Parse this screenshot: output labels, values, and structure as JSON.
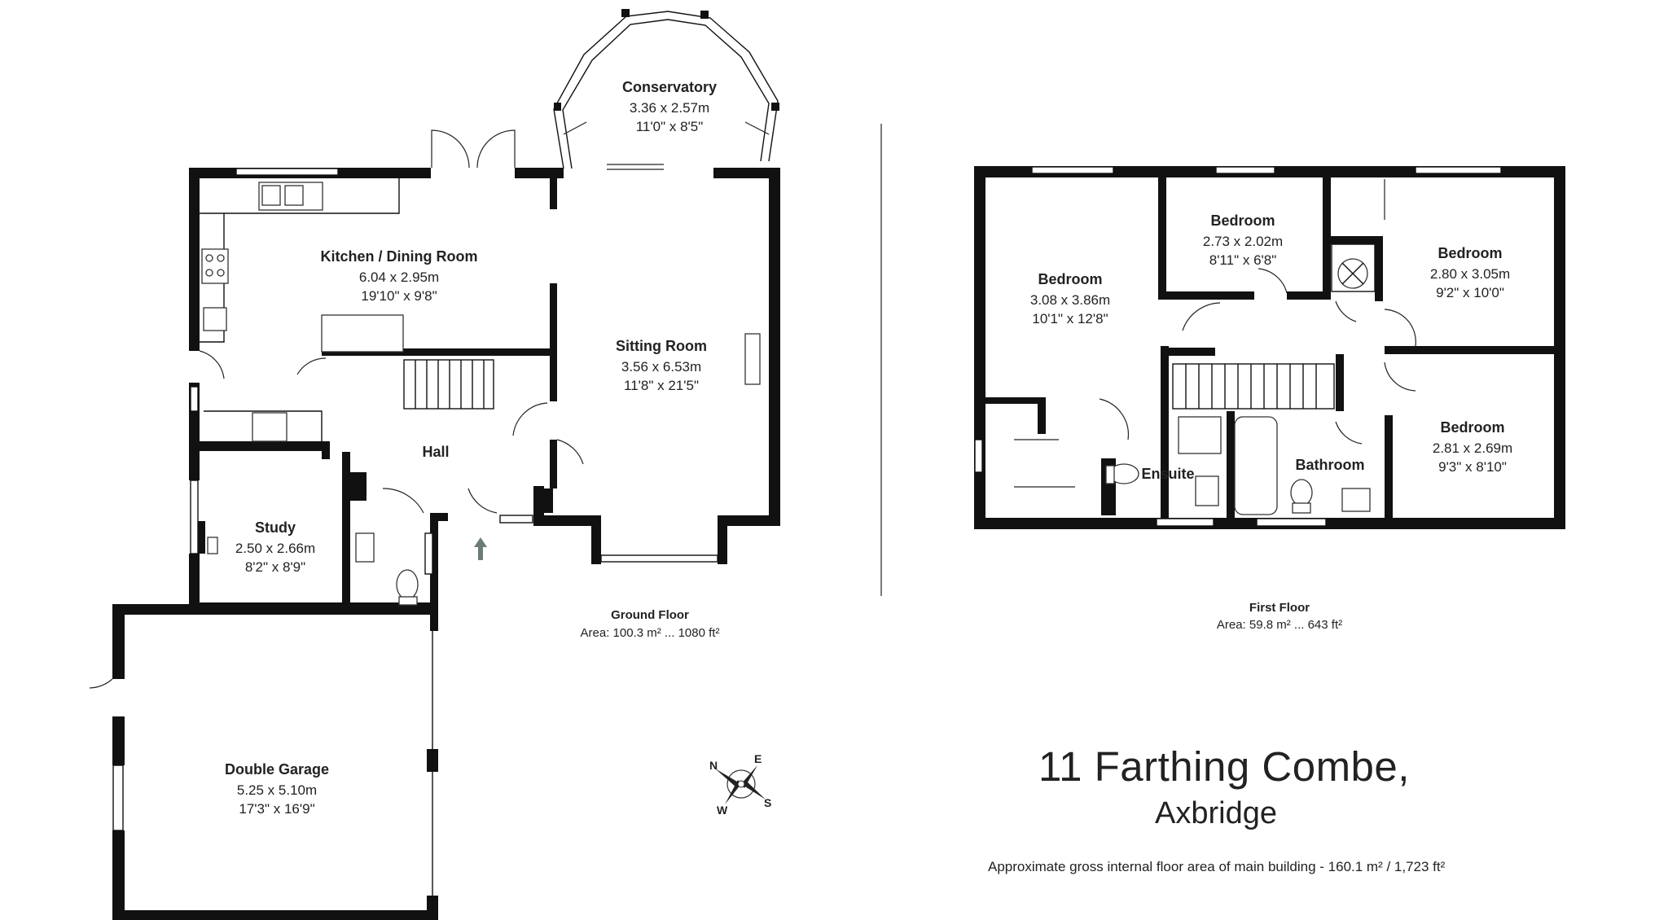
{
  "ground_floor": {
    "label": "Ground Floor",
    "area": "Area: 100.3 m² ... 1080 ft²",
    "rooms": {
      "conservatory": {
        "name": "Conservatory",
        "metric": "3.36 x 2.57m",
        "imperial": "11'0\" x 8'5\""
      },
      "kitchen": {
        "name": "Kitchen / Dining Room",
        "metric": "6.04 x 2.95m",
        "imperial": "19'10\" x 9'8\""
      },
      "sitting": {
        "name": "Sitting Room",
        "metric": "3.56 x 6.53m",
        "imperial": "11'8\" x 21'5\""
      },
      "hall": {
        "name": "Hall"
      },
      "study": {
        "name": "Study",
        "metric": "2.50 x 2.66m",
        "imperial": "8'2\" x 8'9\""
      },
      "garage": {
        "name": "Double Garage",
        "metric": "5.25 x 5.10m",
        "imperial": "17'3\" x 16'9\""
      }
    }
  },
  "first_floor": {
    "label": "First Floor",
    "area": "Area: 59.8 m² ... 643 ft²",
    "rooms": {
      "bed1": {
        "name": "Bedroom",
        "metric": "3.08 x 3.86m",
        "imperial": "10'1\" x 12'8\""
      },
      "bed2": {
        "name": "Bedroom",
        "metric": "2.73 x 2.02m",
        "imperial": "8'11\" x 6'8\""
      },
      "bed3": {
        "name": "Bedroom",
        "metric": "2.80 x 3.05m",
        "imperial": "9'2\" x 10'0\""
      },
      "bed4": {
        "name": "Bedroom",
        "metric": "2.81 x 2.69m",
        "imperial": "9'3\" x 8'10\""
      },
      "ensuite": {
        "name": "Ensuite"
      },
      "bathroom": {
        "name": "Bathroom"
      }
    }
  },
  "compass": {
    "n": "N",
    "e": "E",
    "s": "S",
    "w": "W"
  },
  "address": {
    "line1": "11 Farthing Combe,",
    "line2": "Axbridge"
  },
  "gross_area": "Approximate gross internal floor area of main building  -  160.1 m² / 1,723 ft²"
}
